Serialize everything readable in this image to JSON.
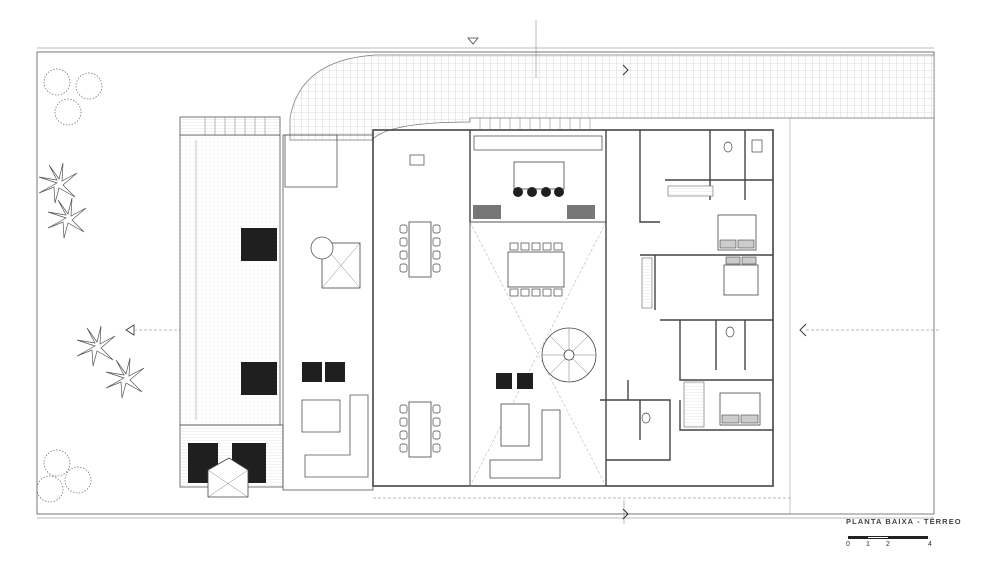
{
  "drawing": {
    "title": "PLANTA BAIXA - TÉRREO",
    "scale_ticks": [
      "0",
      "1",
      "2",
      "4"
    ]
  },
  "colors": {
    "line": "#555555",
    "light_line": "#9a9a9a",
    "dark_fill": "#1f1f1f",
    "paving": "#bdbdbd"
  }
}
